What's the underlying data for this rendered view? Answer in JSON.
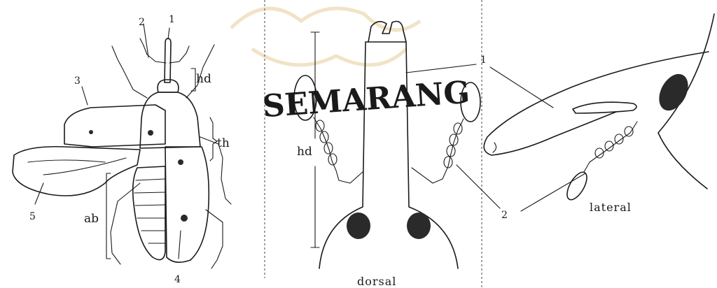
{
  "watermark": {
    "text": "SEMARANG",
    "color": "#f3e6cb"
  },
  "whole_beetle": {
    "part_numbers": [
      "1",
      "2",
      "3",
      "4",
      "5"
    ],
    "region_labels": {
      "head": "hd",
      "thorax": "th",
      "abdomen": "ab"
    }
  },
  "dorsal_view": {
    "caption": "dorsal",
    "head_label": "hd",
    "part_numbers": [
      "1",
      "2"
    ]
  },
  "lateral_view": {
    "caption": "lateral"
  },
  "colors": {
    "ink": "#1a1a1a",
    "paper": "#ffffff"
  }
}
